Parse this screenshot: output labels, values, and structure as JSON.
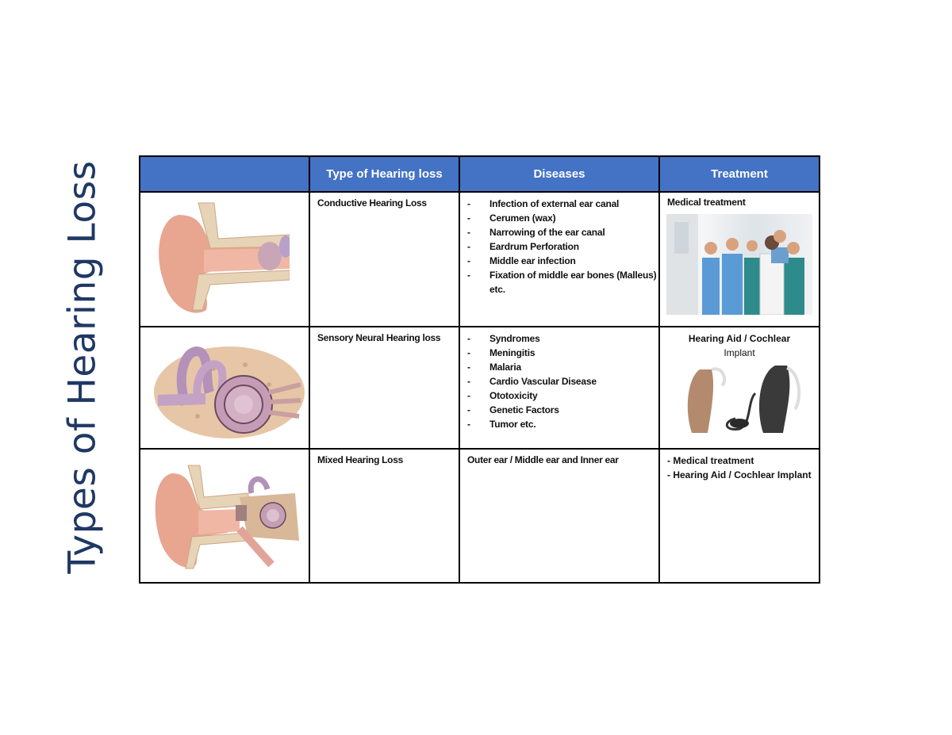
{
  "page": {
    "side_title": "Types of Hearing Loss"
  },
  "table": {
    "headers": [
      "",
      "Type of Hearing loss",
      "Diseases",
      "Treatment"
    ],
    "colors": {
      "header_bg": "#4472c4",
      "header_text": "#ffffff",
      "title_text": "#1f3864",
      "border": "#000000"
    },
    "rows": [
      {
        "image": "outer-ear-anatomy-illustration",
        "type": "Conductive Hearing Loss",
        "diseases": [
          "Infection of external ear canal",
          "Cerumen (wax)",
          "Narrowing of the ear canal",
          "Eardrum Perforation",
          "Middle ear infection",
          "Fixation of middle ear bones (Malleus) etc."
        ],
        "treatment": {
          "label": "Medical treatment",
          "image": "medical-team-photo"
        }
      },
      {
        "image": "inner-ear-cochlea-illustration",
        "type": "Sensory Neural Hearing loss",
        "diseases": [
          "Syndromes",
          "Meningitis",
          "Malaria",
          "Cardio Vascular Disease",
          "Ototoxicity",
          "Genetic Factors",
          "Tumor etc."
        ],
        "treatment": {
          "label_bold": "Hearing Aid / Cochlear",
          "label_thin": "Implant",
          "image": "hearing-aid-devices-photo"
        }
      },
      {
        "image": "full-ear-anatomy-illustration",
        "type": "Mixed Hearing Loss",
        "diseases_text": "Outer ear / Middle ear and Inner ear",
        "treatment": {
          "lines": [
            "- Medical treatment",
            "- Hearing Aid / Cochlear Implant"
          ]
        }
      }
    ],
    "dash": "-"
  }
}
